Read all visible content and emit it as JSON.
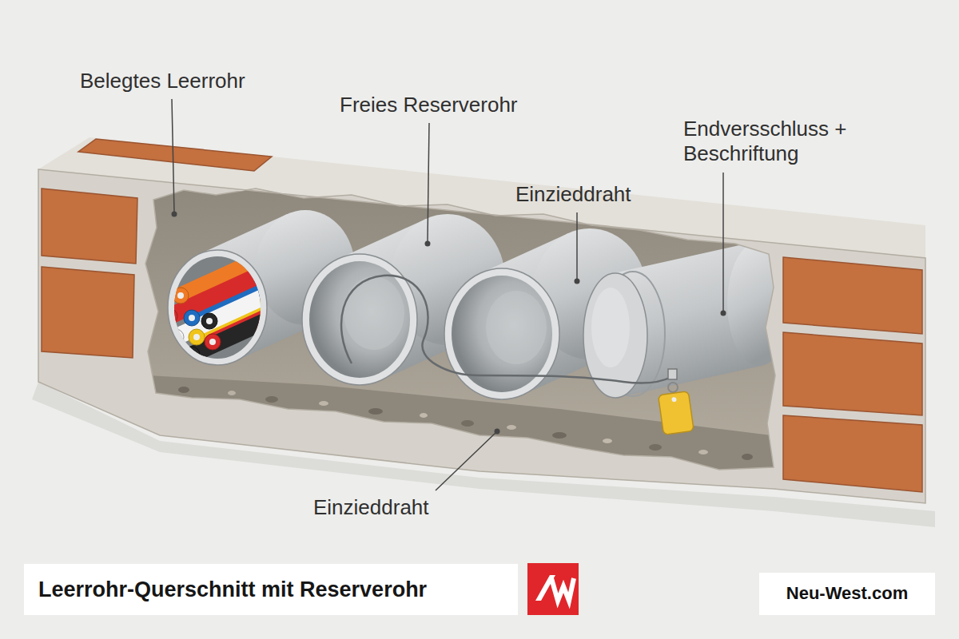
{
  "diagram": {
    "title": "Leerrohr-Querschnitt mit Reserverohr",
    "labels": [
      "Belegtes Leerrohr",
      "Freies Reserverohr",
      "Einzieddraht",
      "Endversschluss + Beschriftung",
      "Einzieddraht",
      "Neu-West.com"
    ]
  }
}
